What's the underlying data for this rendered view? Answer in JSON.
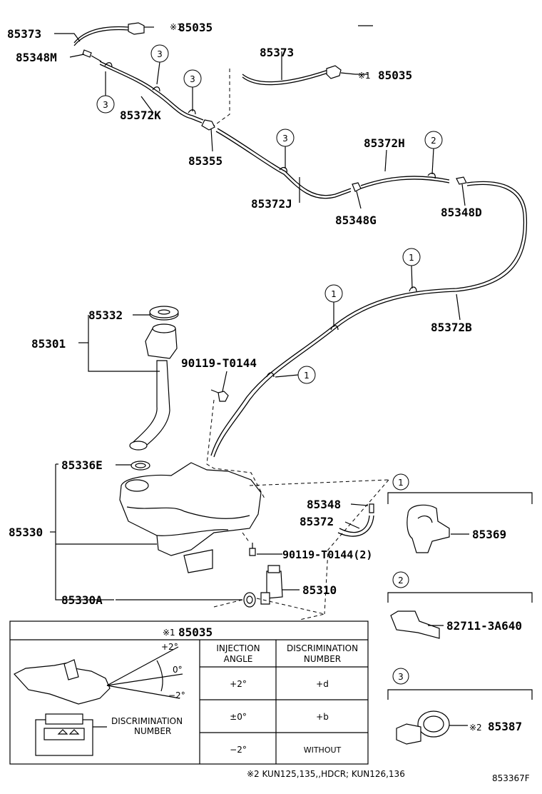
{
  "diagram": {
    "callouts": {
      "c85373_top": "85373",
      "c85035_top": "85035",
      "c85348M": "85348M",
      "c85372K": "85372K",
      "c85373_mid": "85373",
      "c85035_mid": "85035",
      "c85355": "85355",
      "c85372H": "85372H",
      "c85372J": "85372J",
      "c85348G": "85348G",
      "c85348D": "85348D",
      "c85332": "85332",
      "c85301": "85301",
      "c85372B": "85372B",
      "c90119_top": "90119-T0144",
      "c85336E": "85336E",
      "c85330": "85330",
      "c85348": "85348",
      "c85372": "85372",
      "c90119_bot": "90119-T0144(2)",
      "c85310": "85310",
      "c85330A": "85330A",
      "c85369": "85369",
      "c82711": "82711-3A640",
      "c85387": "85387"
    },
    "note_mark_1": "※1",
    "note_mark_2": "※2",
    "clip_refs": {
      "r1": "1",
      "r2": "2",
      "r3": "3"
    },
    "table": {
      "title_mark": "※1",
      "title_part": "85035",
      "col_injection": "INJECTION ANGLE",
      "col_injection_l1": "INJECTION",
      "col_injection_l2": "ANGLE",
      "col_disc_l1": "DISCRIMINATION",
      "col_disc_l2": "NUMBER",
      "rows": [
        {
          "angle": "+2°",
          "disc": "+d"
        },
        {
          "angle": "±0°",
          "disc": "+b"
        },
        {
          "angle": "−2°",
          "disc": "WITHOUT"
        }
      ],
      "angle_plus": "+2°",
      "angle_zero": "0°",
      "angle_minus": "−2°",
      "disc_label_l1": "DISCRIMINATION",
      "disc_label_l2": "NUMBER"
    },
    "footnote": "※2 KUN125,135,,HDCR; KUN126,136",
    "figure_id": "853367F"
  }
}
